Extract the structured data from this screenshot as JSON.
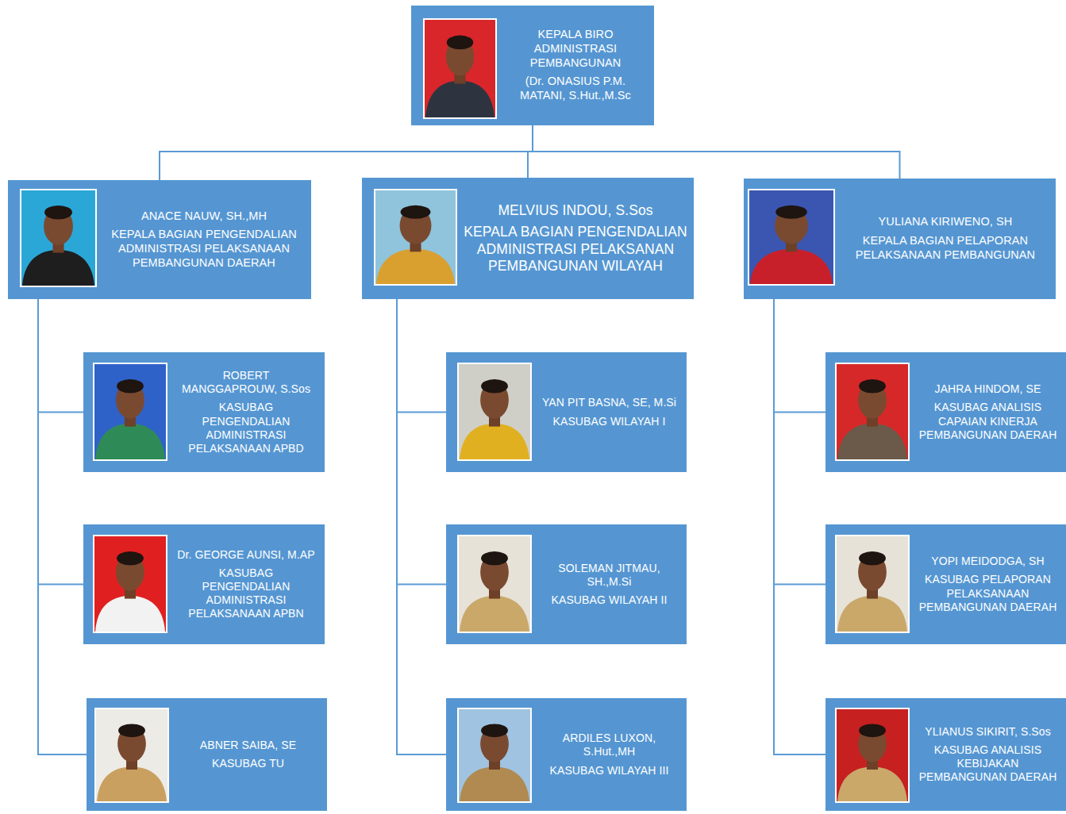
{
  "diagram": {
    "nodes": [
      {
        "text": [
          "KEPALA BIRO ADMINISTRASI PEMBANGUNAN",
          "(Dr. ONASIUS P.M. MATANI, S.Hut.,M.Sc"
        ]
      },
      {
        "text": [
          "ANACE NAUW, SH.,MH",
          "KEPALA BAGIAN PENGENDALIAN ADMINISTRASI PELAKSANAAN PEMBANGUNAN DAERAH"
        ]
      },
      {
        "text": [
          "MELVIUS INDOU, S.Sos",
          "KEPALA BAGIAN PENGENDALIAN ADMINISTRASI PELAKSANAN PEMBANGUNAN WILAYAH"
        ]
      },
      {
        "text": [
          "YULIANA KIRIWENO, SH",
          "KEPALA BAGIAN PELAPORAN PELAKSANAAN PEMBANGUNAN"
        ]
      },
      {
        "text": [
          "ROBERT MANGGAPROUW, S.Sos",
          "KASUBAG PENGENDALIAN ADMINISTRASI PELAKSANAAN APBD"
        ]
      },
      {
        "text": [
          "YAN PIT BASNA, SE, M.Si",
          "KASUBAG WILAYAH I"
        ]
      },
      {
        "text": [
          "JAHRA HINDOM, SE",
          "KASUBAG ANALISIS CAPAIAN KINERJA PEMBANGUNAN DAERAH"
        ]
      },
      {
        "text": [
          "Dr. GEORGE AUNSI, M.AP",
          "KASUBAG PENGENDALIAN ADMINISTRASI PELAKSANAAN APBN"
        ]
      },
      {
        "text": [
          "SOLEMAN JITMAU, SH.,M.Si",
          "KASUBAG WILAYAH II"
        ]
      },
      {
        "text": [
          "YOPI MEIDODGA, SH",
          "KASUBAG PELAPORAN PELAKSANAAN PEMBANGUNAN DAERAH"
        ]
      },
      {
        "text": [
          "ABNER SAIBA, SE",
          "KASUBAG TU"
        ]
      },
      {
        "text": [
          "ARDILES LUXON, S.Hut.,MH",
          "KASUBAG WILAYAH III"
        ]
      },
      {
        "text": [
          "YLIANUS SIKIRIT, S.Sos",
          "KASUBAG ANALISIS KEBIJAKAN PEMBANGUNAN DAERAH"
        ]
      }
    ],
    "edges": [
      {
        "from": 0,
        "to": 1,
        "arrow": "none"
      },
      {
        "from": 0,
        "to": 2,
        "arrow": "none"
      },
      {
        "from": 0,
        "to": 3,
        "arrow": "none"
      },
      {
        "from": 1,
        "to": 4,
        "arrow": "none"
      },
      {
        "from": 1,
        "to": 7,
        "arrow": "none"
      },
      {
        "from": 1,
        "to": 10,
        "arrow": "none"
      },
      {
        "from": 2,
        "to": 5,
        "arrow": "none"
      },
      {
        "from": 2,
        "to": 8,
        "arrow": "none"
      },
      {
        "from": 2,
        "to": 11,
        "arrow": "none"
      },
      {
        "from": 3,
        "to": 6,
        "arrow": "none"
      },
      {
        "from": 3,
        "to": 9,
        "arrow": "none"
      },
      {
        "from": 3,
        "to": 12,
        "arrow": "none"
      }
    ]
  }
}
